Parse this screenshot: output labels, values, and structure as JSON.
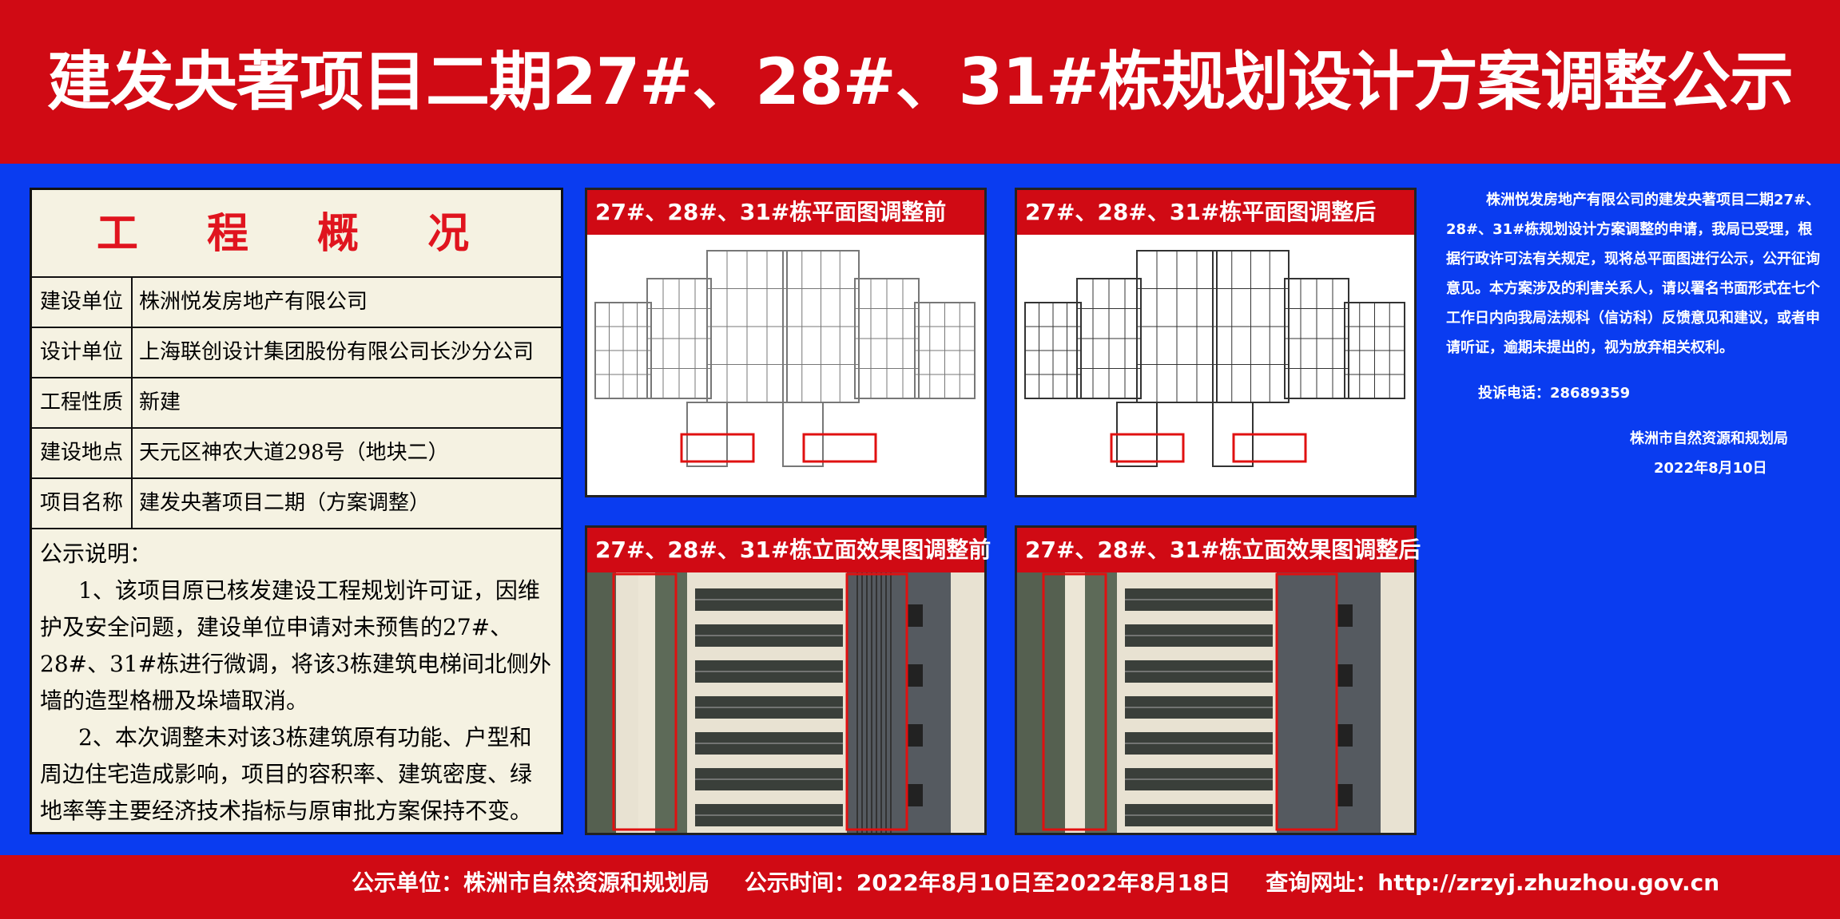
{
  "title": "建发央著项目二期27#、28#、31#栋规划设计方案调整公示",
  "overview": {
    "heading": "工 程 概 况",
    "rows": [
      {
        "key": "建设单位",
        "value": "株洲悦发房地产有限公司"
      },
      {
        "key": "设计单位",
        "value": "上海联创设计集团股份有限公司长沙分公司"
      },
      {
        "key": "工程性质",
        "value": "新建"
      },
      {
        "key": "建设地点",
        "value": "天元区神农大道298号（地块二）"
      },
      {
        "key": "项目名称",
        "value": "建发央著项目二期（方案调整）"
      }
    ],
    "notes_title": "公示说明：",
    "note1": "1、该项目原已核发建设工程规划许可证，因维护及安全问题，建设单位申请对未预售的27#、28#、31#栋进行微调，将该3栋建筑电梯间北侧外墙的造型格栅及垛墙取消。",
    "note2": "2、本次调整未对该3栋建筑原有功能、户型和周边住宅造成影响，项目的容积率、建筑密度、绿地率等主要经济技术指标与原审批方案保持不变。"
  },
  "panels": [
    {
      "title": "27#、28#、31#栋平面图调整前"
    },
    {
      "title": "27#、28#、31#栋平面图调整后"
    },
    {
      "title": "27#、28#、31#栋立面效果图调整前"
    },
    {
      "title": "27#、28#、31#栋立面效果图调整后"
    }
  ],
  "notice": {
    "body": "株洲悦发房地产有限公司的建发央著项目二期27#、28#、31#栋规划设计方案调整的申请，我局已受理，根据行政许可法有关规定，现将总平面图进行公示，公开征询意见。本方案涉及的利害关系人，请以署名书面形式在七个工作日内向我局法规科（信访科）反馈意见和建议，或者申请听证，逾期未提出的，视为放弃相关权利。",
    "tel": "投诉电话：28689359",
    "org": "株洲市自然资源和规划局",
    "date": "2022年8月10日"
  },
  "footer": {
    "unit": "公示单位：株洲市自然资源和规划局",
    "time": "公示时间：2022年8月10日至2022年8月18日",
    "url": "查询网址：http://zrzyj.zhuzhou.gov.cn"
  },
  "colors": {
    "red": "#d00a14",
    "blue": "#0a3cf0",
    "paper": "#f5f2e2"
  }
}
